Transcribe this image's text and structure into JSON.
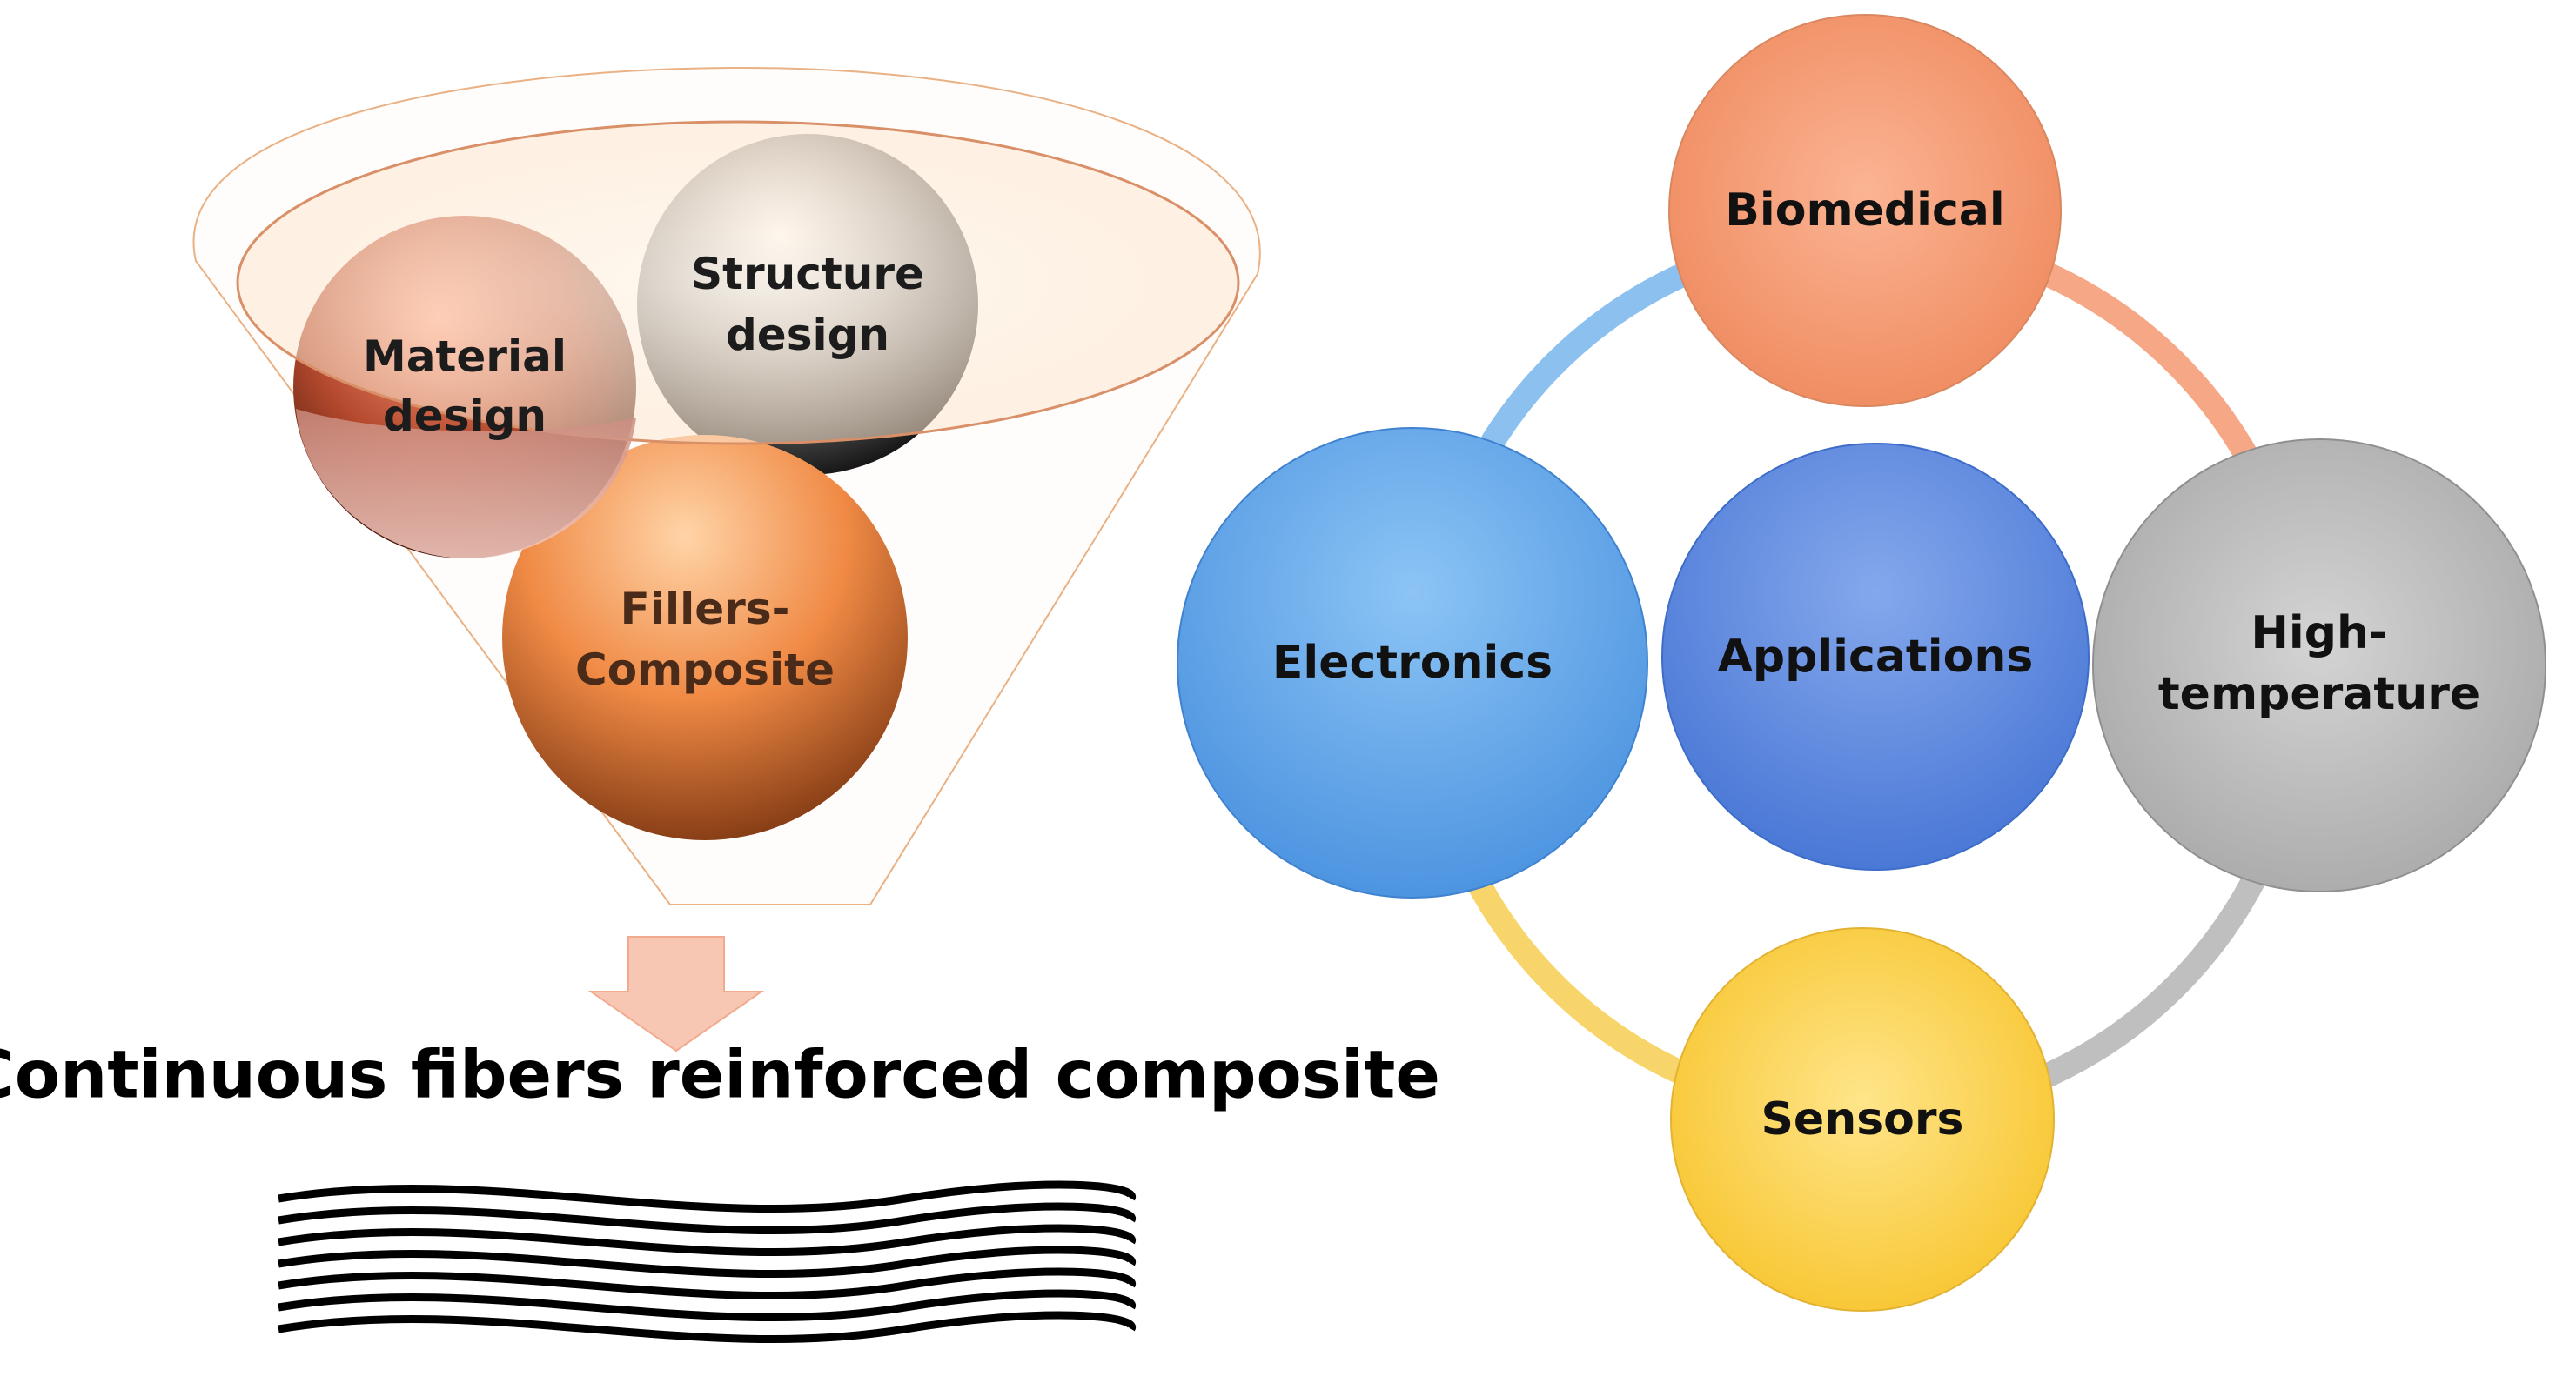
{
  "funnel": {
    "inputs": [
      {
        "line1": "Material",
        "line2": "design"
      },
      {
        "line1": "Structure",
        "line2": "design"
      },
      {
        "line1": "Fillers-",
        "line2": "Composite"
      }
    ],
    "result": "Continuous fibers reinforced composite"
  },
  "cycle": {
    "center": "Applications",
    "nodes": [
      {
        "line1": "Biomedical",
        "line2": ""
      },
      {
        "line1": "High-",
        "line2": "temperature"
      },
      {
        "line1": "Sensors",
        "line2": ""
      },
      {
        "line1": "Electronics",
        "line2": ""
      }
    ]
  },
  "colors": {
    "biomedical": "#f3956c",
    "high_temperature": "#bdbdbd",
    "sensors": "#fbd445",
    "electronics": "#5ba2e8",
    "applications": "#4e82de",
    "ring_blue": "#8cc0ef",
    "ring_orange": "#f6a886",
    "ring_gray": "#bfbfbf",
    "ring_yellow": "#f7d56b",
    "funnel_line": "#e9b184",
    "arrow_fill": "#f8c7b3"
  }
}
